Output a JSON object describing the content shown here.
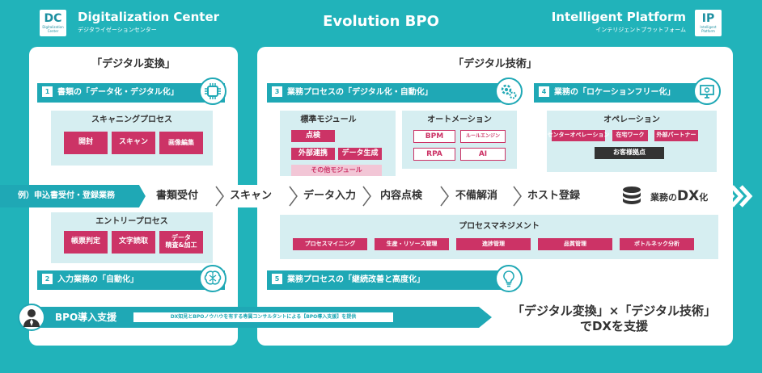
{
  "header": {
    "left_badge": {
      "code": "DC",
      "sub": "Digitalization Center"
    },
    "left_title": "Digitalization Center",
    "left_subtitle": "デジタライゼーションセンター",
    "center_title": "Evolution BPO",
    "right_title": "Intelligent Platform",
    "right_subtitle": "インテリジェントプラットフォーム",
    "right_badge": {
      "code": "IP",
      "sub": "Intelligent Platform"
    }
  },
  "left_panel": {
    "title": "「デジタル変換」",
    "section1": {
      "num": "1",
      "label": "書類の「データ化・デジタル化」"
    },
    "scanning": {
      "title": "スキャニングプロセス",
      "items": [
        "開封",
        "スキャン",
        "画像編集"
      ]
    },
    "entry": {
      "title": "エントリープロセス",
      "items": [
        "帳票判定",
        "文字読取",
        "データ",
        "精査&加工"
      ]
    },
    "section2": {
      "num": "2",
      "label": "入力業務の「自動化」"
    }
  },
  "right_panel": {
    "title": "「デジタル技術」",
    "section3": {
      "num": "3",
      "label": "業務プロセスの「デジタル化・自動化」"
    },
    "standard_module": {
      "title": "標準モジュール",
      "items": [
        "点検",
        "外部連携",
        "データ生成",
        "その他モジュール"
      ]
    },
    "automation": {
      "title": "オートメーション",
      "items": [
        "BPM",
        "ルールエンジン",
        "RPA",
        "AI"
      ]
    },
    "section4": {
      "num": "4",
      "label": "業務の「ロケーションフリー化」"
    },
    "operation": {
      "title": "オペレーション",
      "items": [
        "センターオペレーション",
        "在宅ワーク",
        "外部パートナー",
        "お客様拠点"
      ]
    },
    "process_mgmt": {
      "title": "プロセスマネジメント",
      "items": [
        "プロセスマイニング",
        "生産・リソース管理",
        "進捗管理",
        "品質管理",
        "ボトルネック分析"
      ]
    },
    "section5": {
      "num": "5",
      "label": "業務プロセスの「継続改善と高度化」"
    }
  },
  "flow": {
    "example": "例）申込書受付・登録業務",
    "steps": [
      "書類受付",
      "スキャン",
      "データ入力",
      "内容点検",
      "不備解消",
      "ホスト登録"
    ],
    "result_prefix": "業務の",
    "result_main": "DX",
    "result_suffix": "化"
  },
  "footer": {
    "support_label": "BPO導入支援",
    "support_desc": "DX知見とBPOノウハウを有する専属コンサルタントによる【BPO導入支援】を提供",
    "slogan_line1": "「デジタル変換」×「デジタル技術」",
    "slogan_line2": "でDXを支援"
  },
  "colors": {
    "teal": "#21b3ba",
    "bar": "#1fa8b5",
    "pink": "#cc3366",
    "light": "#d6eef1"
  },
  "icons": [
    "ai-chip-icon",
    "gears-icon",
    "monitor-gear-icon",
    "brain-icon",
    "lightbulb-icon",
    "database-icon",
    "chevron-arrows-icon",
    "person-icon"
  ]
}
